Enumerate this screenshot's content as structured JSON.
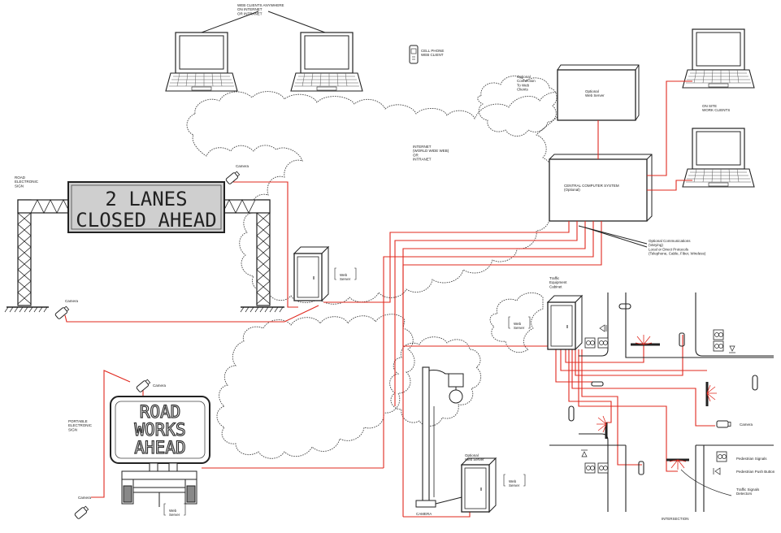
{
  "labels": {
    "web_clients_top": "WEB CLIENTS ANYWHERE\nON INTERNET\nOR INTRANET",
    "cell_phone": "CELL PHONE\nWEB CLIENT",
    "optional_connection": "Optional\nConnection\nTo Web\nClients",
    "web_server_top": "Optional\nWeb Server",
    "onsite_clients": "ON SITE\nWORK CLIENTS",
    "internet": "INTERNET\n(WORLD WIDE WEB)\nOR\nINTRANET",
    "central_server": "CENTRAL COMPUTER SYSTEM\n(Optional)",
    "comms_note": "Optional Communications\n(Varying)\nLocal or Direct Protocols\n(Telephone, Cable, Fiber, Wireless)",
    "road_sign_caption": "ROAD\nELECTRONIC\nSIGN",
    "camera": "Camera",
    "web_server": "Web\nServer",
    "optional_web_server": "Optional\nWeb Server",
    "traffic_cabinet": "Traffic\nEquipment\nCabinet",
    "portable_sign_caption": "PORTABLE\nELECTRONIC\nSIGN",
    "camera_pole": "CAMERA",
    "intersection": "INTERSECTION",
    "legend_ped_signals": "Pedestrian Signals",
    "legend_push_button": "Pedestrian Push Button",
    "legend_traffic_signals": "Traffic Signals\nDetectors"
  },
  "signs": {
    "overhead_line1": "2 LANES",
    "overhead_line2": "CLOSED AHEAD",
    "portable_line1": "ROAD",
    "portable_line2": "WORKS",
    "portable_line3": "AHEAD"
  },
  "colors": {
    "link": "#e0281e",
    "ink": "#222222"
  }
}
